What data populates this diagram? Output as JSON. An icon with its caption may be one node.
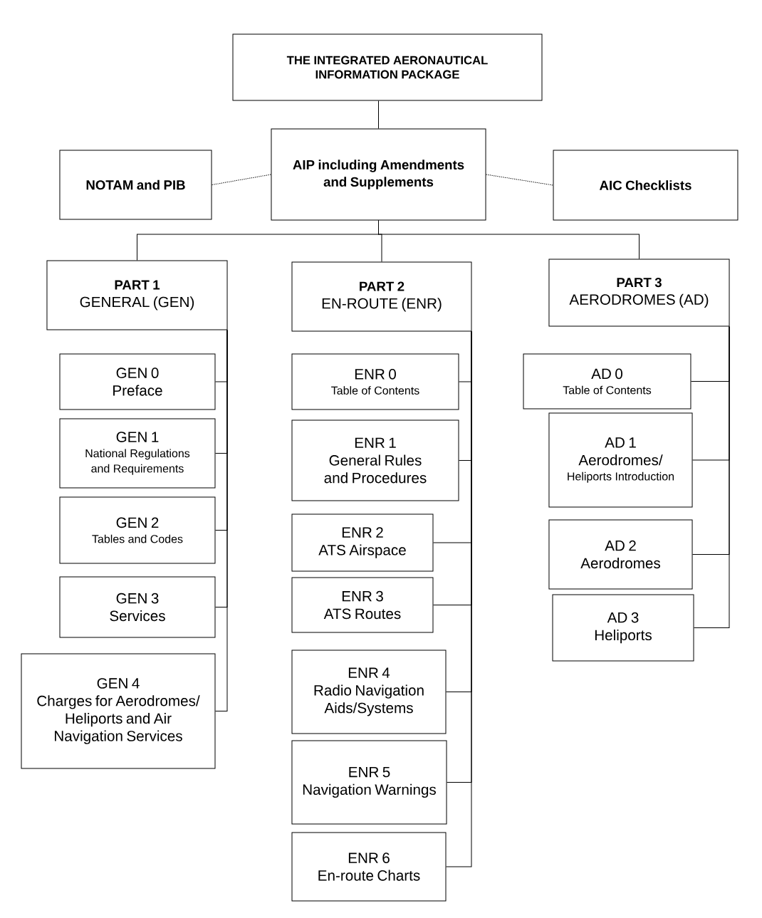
{
  "diagram": {
    "nodes": [
      {
        "text": [
          "THE INTEGRATED AERONAUTICAL INFORMATION PACKAGE"
        ]
      },
      {
        "text": [
          "NOTAM and PIB"
        ]
      },
      {
        "text": [
          "AIP including Amendments and Supplements"
        ]
      },
      {
        "text": [
          "AIC Checklists"
        ]
      },
      {
        "text": [
          "PART 1",
          "GENERAL (GEN)"
        ]
      },
      {
        "text": [
          "PART 2",
          "EN-ROUTE (ENR)"
        ]
      },
      {
        "text": [
          "PART 3",
          "AERODROMES (AD)"
        ]
      },
      {
        "text": [
          "GEN 0",
          "Preface"
        ]
      },
      {
        "text": [
          "GEN 1",
          "National Regulations and Requirements"
        ]
      },
      {
        "text": [
          "GEN 2",
          "Tables and Codes"
        ]
      },
      {
        "text": [
          "GEN 3",
          "Services"
        ]
      },
      {
        "text": [
          "GEN 4",
          "Charges for Aerodromes/ Heliports and Air Navigation Services"
        ]
      },
      {
        "text": [
          "ENR 0",
          "Table of Contents"
        ]
      },
      {
        "text": [
          "ENR 1",
          "General Rules and Procedures"
        ]
      },
      {
        "text": [
          "ENR 2",
          "ATS Airspace"
        ]
      },
      {
        "text": [
          "ENR 3",
          "ATS Routes"
        ]
      },
      {
        "text": [
          "ENR 4",
          "Radio Navigation Aids/Systems"
        ]
      },
      {
        "text": [
          "ENR 5",
          "Navigation Warnings"
        ]
      },
      {
        "text": [
          "ENR 6",
          "En-route Charts"
        ]
      },
      {
        "text": [
          "AD 0",
          "Table of Contents"
        ]
      },
      {
        "text": [
          "AD 1",
          "Aerodromes/",
          "Heliports Introduction"
        ]
      },
      {
        "text": [
          "AD 2",
          "Aerodromes"
        ]
      },
      {
        "text": [
          "AD 3",
          "Heliports"
        ]
      }
    ],
    "edges": [
      {
        "from": 0,
        "to": 2,
        "arrow": "none"
      },
      {
        "from": 1,
        "to": 2,
        "arrow": "none",
        "style": "dashed"
      },
      {
        "from": 2,
        "to": 3,
        "arrow": "none",
        "style": "dashed"
      },
      {
        "from": 2,
        "to": 4,
        "arrow": "none"
      },
      {
        "from": 2,
        "to": 5,
        "arrow": "none"
      },
      {
        "from": 2,
        "to": 6,
        "arrow": "none"
      },
      {
        "from": 4,
        "to": 7,
        "arrow": "none"
      },
      {
        "from": 4,
        "to": 8,
        "arrow": "none"
      },
      {
        "from": 4,
        "to": 9,
        "arrow": "none"
      },
      {
        "from": 4,
        "to": 10,
        "arrow": "none"
      },
      {
        "from": 4,
        "to": 11,
        "arrow": "none"
      },
      {
        "from": 5,
        "to": 12,
        "arrow": "none"
      },
      {
        "from": 5,
        "to": 13,
        "arrow": "none"
      },
      {
        "from": 5,
        "to": 14,
        "arrow": "none"
      },
      {
        "from": 5,
        "to": 15,
        "arrow": "none"
      },
      {
        "from": 5,
        "to": 16,
        "arrow": "none"
      },
      {
        "from": 5,
        "to": 17,
        "arrow": "none"
      },
      {
        "from": 5,
        "to": 18,
        "arrow": "none"
      },
      {
        "from": 6,
        "to": 19,
        "arrow": "none"
      },
      {
        "from": 6,
        "to": 20,
        "arrow": "none"
      },
      {
        "from": 6,
        "to": 21,
        "arrow": "none"
      },
      {
        "from": 6,
        "to": 22,
        "arrow": "none"
      }
    ]
  }
}
